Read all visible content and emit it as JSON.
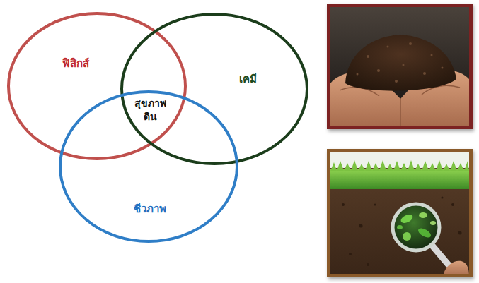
{
  "diagram": {
    "nodes": [
      {
        "text": [
          "ฟิสิกส์"
        ]
      },
      {
        "text": [
          "เคมี"
        ]
      },
      {
        "text": [
          "ชีวภาพ"
        ]
      }
    ],
    "labels": [
      "สุขภาพ ดิน"
    ]
  }
}
